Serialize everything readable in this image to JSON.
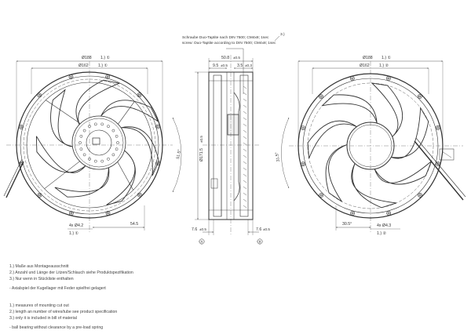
{
  "annotation": {
    "line1": "Schraube Duo-Taptite nach DIN 7500; CM4x8; 1sec",
    "line2": "screw: Duo-Taptite according to DIN 7500; CM4x8; 1sec",
    "ref": "3.)"
  },
  "dimensions": {
    "front_overall": "Ø188",
    "front_overall_ref": "1.) ①",
    "front_inner": "Ø162",
    "front_inner_ref": "1.) ①",
    "front_hole_angle": "51.5°",
    "front_hole_spacing": "54.5",
    "front_holes": "4x Ø4.2",
    "front_holes_ref": "1.) ①",
    "side_width": "50.8",
    "side_width_tol": "±0.5",
    "side_hub": "9.5",
    "side_hub_tol": "±0.5",
    "side_flange": "3.5",
    "side_flange_tol": "±0.3",
    "side_height": "Ø171.5",
    "side_height_tol": "±0.5",
    "side_bottom_left": "7.6",
    "side_bottom_left_tol": "±0.5",
    "side_bottom_right": "7.6",
    "side_bottom_right_tol": "±0.5",
    "marker_a": "Ⓐ",
    "marker_b": "Ⓑ",
    "back_overall": "Ø188",
    "back_overall_ref": "1.) ①",
    "back_inner": "Ø162",
    "back_inner_ref": "1.) ②",
    "back_angle": "31.5°",
    "back_spacing": "30.5°",
    "back_holes": "4x Ø4.3",
    "back_holes_ref": "1.) ②"
  },
  "notes_de": [
    "1.) Maße aus Montageausschnitt",
    "2.) Anzahl und Länge der Litzen/Schlauch siehe Produktspezifikation",
    "3.) Nur wenn in Stückliste enthalten"
  ],
  "note_de_bearing": "- Axialspiel der Kugellager mit Feder spielfrei gelagert",
  "notes_en": [
    "1.) measures of mounting cut out",
    "2.) length an number of wires/tube see product specification",
    "3.) only it is included in bill of material"
  ],
  "note_en_bearing": "- ball bearing without clearance by a pre-load spring"
}
